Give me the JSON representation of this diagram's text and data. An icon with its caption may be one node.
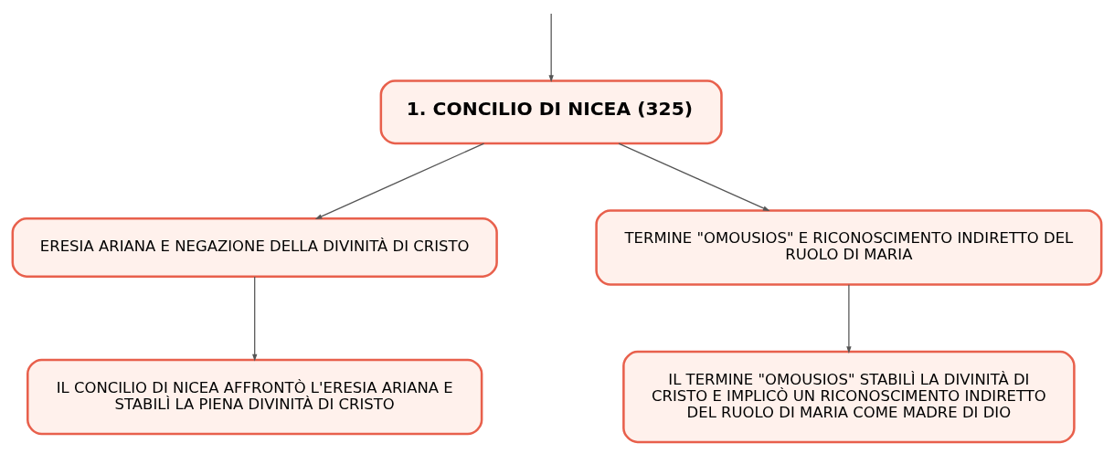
{
  "diagram": {
    "nodes": [
      {
        "text": [
          "1. CONCILIO DI NICEA (325)"
        ]
      },
      {
        "text": [
          "ERESIA ARIANA E NEGAZIONE DELLA DIVINITÀ DI CRISTO"
        ]
      },
      {
        "text": [
          "TERMINE \"OMOUSIOS\" E RICONOSCIMENTO INDIRETTO DEL RUOLO DI MARIA"
        ]
      },
      {
        "text": [
          "IL CONCILIO DI NICEA AFFRONTÒ L'ERESIA ARIANA E STABILÌ LA PIENA DIVINITÀ DI CRISTO"
        ]
      },
      {
        "text": [
          "IL TERMINE \"OMOUSIOS\" STABILÌ LA DIVINITÀ DI CRISTO E IMPLICÒ UN RICONOSCIMENTO INDIRETTO DEL RUOLO DI MARIA COME MADRE DI DIO"
        ]
      }
    ],
    "edges": [
      {
        "from": null,
        "to": 0,
        "arrow": "to"
      },
      {
        "from": 0,
        "to": 1,
        "arrow": "to"
      },
      {
        "from": 0,
        "to": 2,
        "arrow": "to"
      },
      {
        "from": 1,
        "to": 3,
        "arrow": "to"
      },
      {
        "from": 2,
        "to": 4,
        "arrow": "to"
      }
    ]
  }
}
